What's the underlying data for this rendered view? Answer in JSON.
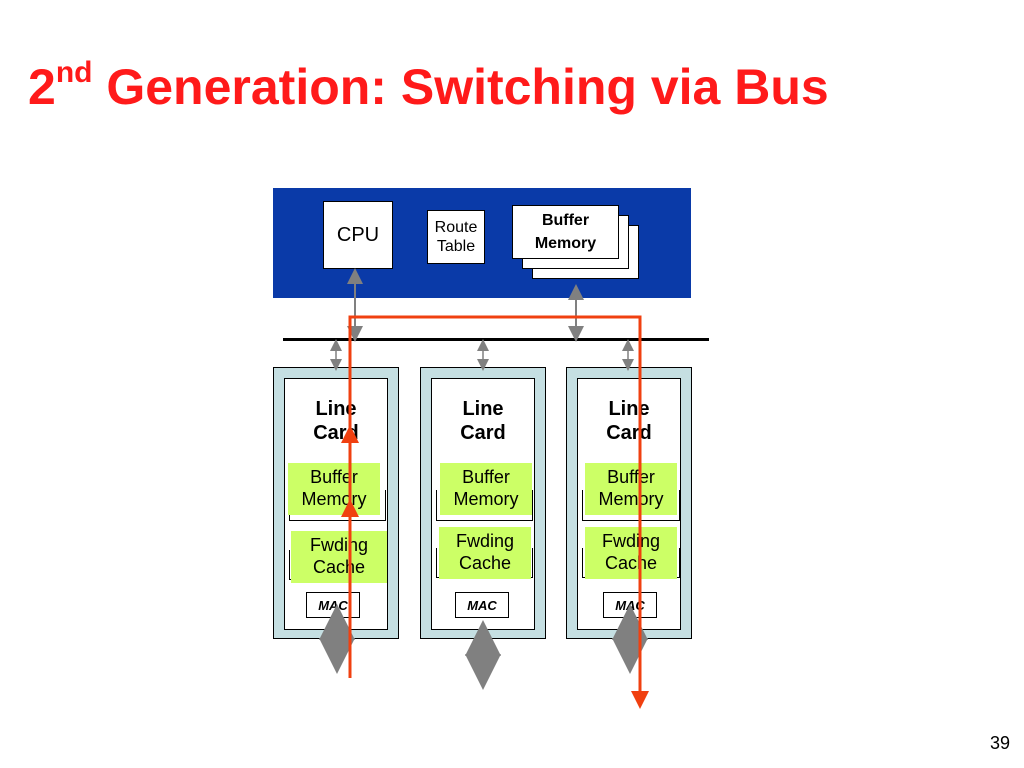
{
  "slide": {
    "title_num": "2",
    "title_sup": "nd",
    "title_rest": " Generation: Switching via Bus",
    "page_number": "39"
  },
  "cpu_board": {
    "cpu_label": "CPU",
    "route_table_line1": "Route",
    "route_table_line2": "Table",
    "buffer_line1": "Buffer",
    "buffer_line2": "Memory"
  },
  "line_cards": [
    {
      "title_line1": "Line",
      "title_line2": "Card",
      "buffer_line1": "Buffer",
      "buffer_line2": "Memory",
      "fwd_line1": "Fwding",
      "fwd_line2": "Cache",
      "mac": "MAC"
    },
    {
      "title_line1": "Line",
      "title_line2": "Card",
      "buffer_line1": "Buffer",
      "buffer_line2": "Memory",
      "fwd_line1": "Fwding",
      "fwd_line2": "Cache",
      "mac": "MAC"
    },
    {
      "title_line1": "Line",
      "title_line2": "Card",
      "buffer_line1": "Buffer",
      "buffer_line2": "Memory",
      "fwd_line1": "Fwding",
      "fwd_line2": "Cache",
      "mac": "MAC"
    }
  ],
  "colors": {
    "title": "#ff1a1a",
    "cpu_board": "#0a3aa8",
    "card_frame": "#c5dfe2",
    "memory_fill": "#ccff66",
    "packet_path": "#f04010",
    "connector_arrow": "#808080"
  }
}
